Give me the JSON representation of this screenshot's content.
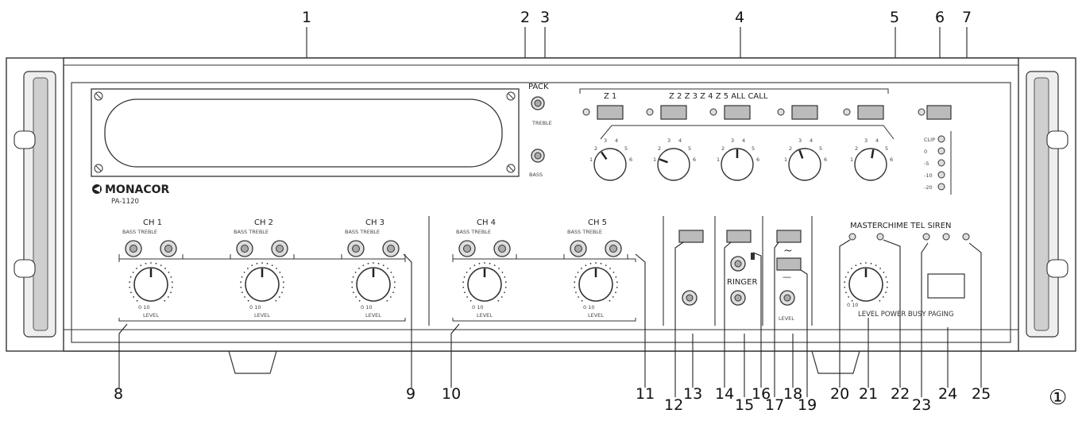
{
  "callouts_top": [
    "1",
    "2",
    "3",
    "4",
    "5",
    "6",
    "7"
  ],
  "callouts_bottom": [
    "8",
    "9",
    "10",
    "11",
    "12",
    "13",
    "14",
    "15",
    "16",
    "17",
    "18",
    "19",
    "20",
    "21",
    "22",
    "23",
    "24",
    "25"
  ],
  "figure_number": "①",
  "brand": "MONACOR",
  "model": "PA-1120",
  "pack_label": "PACK",
  "treble_label": "TREBLE",
  "bass_label": "BASS",
  "zones": {
    "z1": "Z 1",
    "rest": "Z 2 Z 3 Z 4 Z 5 ALL CALL",
    "knob_scale": [
      "1",
      "2",
      "3",
      "4",
      "5",
      "6"
    ]
  },
  "meter_marks": [
    "CLIP",
    "0",
    "-5",
    "-10",
    "-20"
  ],
  "channels": [
    {
      "name": "CH 1",
      "eq": "BASS TREBLE",
      "scale": "0  10",
      "level": "LEVEL"
    },
    {
      "name": "CH 2",
      "eq": "BASS TREBLE",
      "scale": "0  10",
      "level": "LEVEL"
    },
    {
      "name": "CH 3",
      "eq": "BASS TREBLE",
      "scale": "0  10",
      "level": "LEVEL"
    },
    {
      "name": "CH 4",
      "eq": "BASS TREBLE",
      "scale": "0  10",
      "level": "LEVEL"
    },
    {
      "name": "CH 5",
      "eq": "BASS TREBLE",
      "scale": "0  10",
      "level": "LEVEL"
    }
  ],
  "misc": {
    "ringer": "RINGER",
    "level_18": "LEVEL",
    "tilde": "~",
    "dash": "—"
  },
  "master": {
    "title": "MASTERCHIME TEL SIREN",
    "footer": "LEVEL  POWER  BUSY  PAGING",
    "scale": "0  10"
  }
}
